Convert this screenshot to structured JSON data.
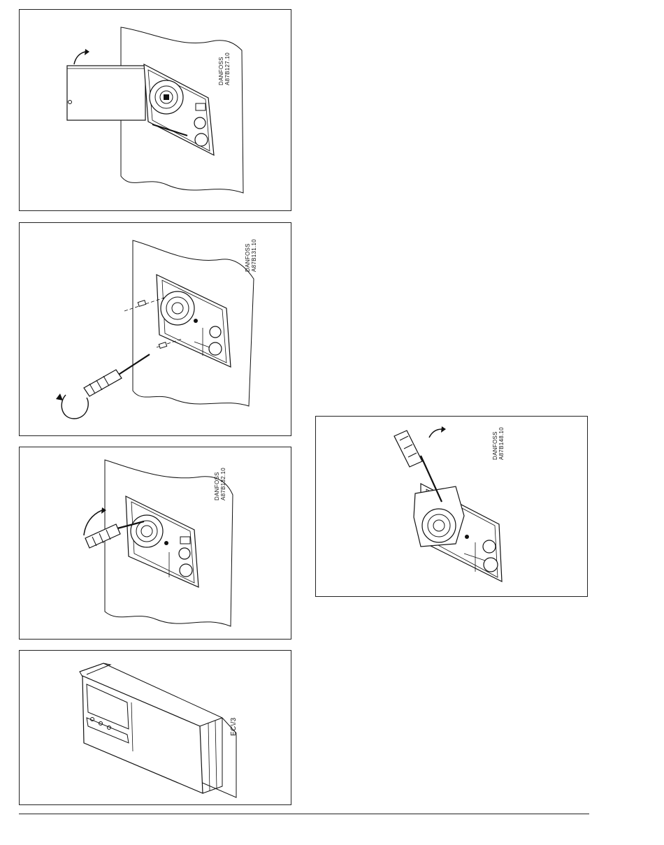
{
  "figures": [
    {
      "id": "fig1",
      "brand": "DANFOSS",
      "code": "A87B127.10"
    },
    {
      "id": "fig2",
      "brand": "DANFOSS",
      "code": "A87B131.10"
    },
    {
      "id": "fig3",
      "brand": "DANFOSS",
      "code": "A87B132.10"
    },
    {
      "id": "fig4",
      "brand": "DANFOSS",
      "code": "A87B148.10"
    },
    {
      "id": "fig5",
      "code": "EC\\/3"
    }
  ]
}
